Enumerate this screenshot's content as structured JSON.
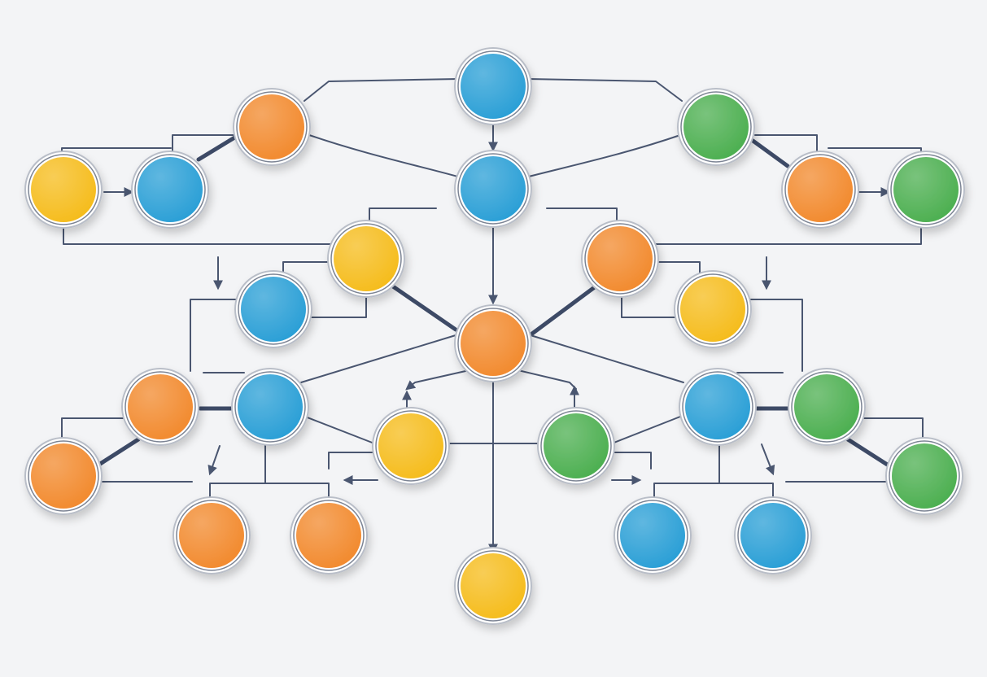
{
  "palette": {
    "blue": "#2a9fd6",
    "orange": "#f28a2e",
    "green": "#4caf50",
    "yellow": "#f5bc1c",
    "ring": "#b9bec8",
    "line": "#4a5670",
    "background": "#f3f4f6"
  },
  "nodes": [
    {
      "id": "root",
      "color": "blue"
    },
    {
      "id": "hub-top",
      "color": "blue"
    },
    {
      "id": "left-orange-top",
      "color": "orange"
    },
    {
      "id": "right-green-top",
      "color": "green"
    },
    {
      "id": "far-left-yellow",
      "color": "yellow"
    },
    {
      "id": "left-blue-2",
      "color": "blue"
    },
    {
      "id": "right-orange-2",
      "color": "orange"
    },
    {
      "id": "far-right-green",
      "color": "green"
    },
    {
      "id": "mid-left-yellow",
      "color": "yellow"
    },
    {
      "id": "mid-right-orange",
      "color": "orange"
    },
    {
      "id": "mid-left-blue",
      "color": "blue"
    },
    {
      "id": "mid-right-yellow",
      "color": "yellow"
    },
    {
      "id": "center-orange",
      "color": "orange"
    },
    {
      "id": "lower-left-orange",
      "color": "orange"
    },
    {
      "id": "lower-left-blue",
      "color": "blue"
    },
    {
      "id": "lower-center-yellow",
      "color": "yellow"
    },
    {
      "id": "lower-center-green",
      "color": "green"
    },
    {
      "id": "lower-right-blue",
      "color": "blue"
    },
    {
      "id": "lower-right-green",
      "color": "green"
    },
    {
      "id": "bottom-left-orange-edge",
      "color": "orange"
    },
    {
      "id": "bottom-right-green-edge",
      "color": "green"
    },
    {
      "id": "leaf-orange-1",
      "color": "orange"
    },
    {
      "id": "leaf-orange-2",
      "color": "orange"
    },
    {
      "id": "leaf-blue-1",
      "color": "blue"
    },
    {
      "id": "leaf-blue-2",
      "color": "blue"
    },
    {
      "id": "bottom-yellow",
      "color": "yellow"
    }
  ]
}
